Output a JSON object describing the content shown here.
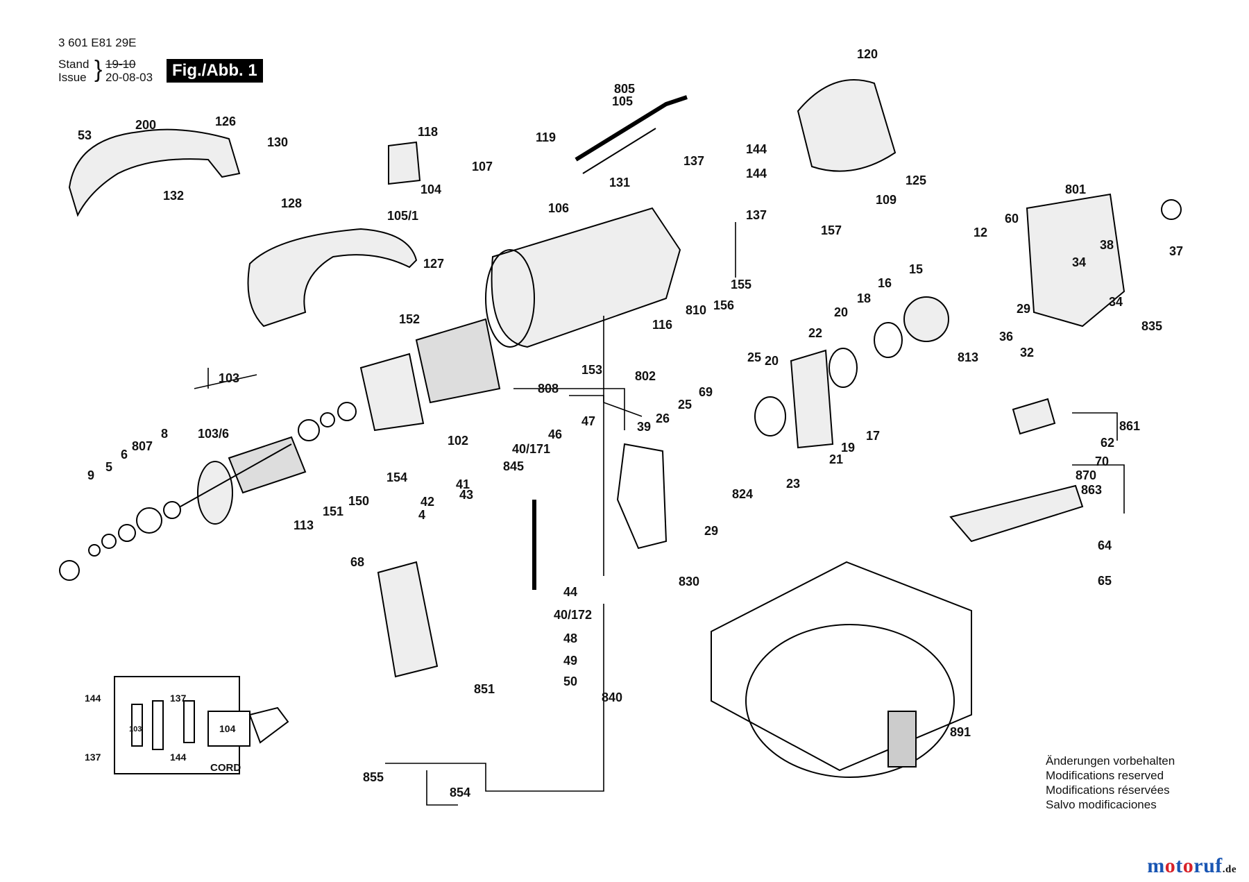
{
  "header": {
    "doc_number": "3 601 E81 29E",
    "stand_label": "Stand",
    "issue_label": "Issue",
    "stand_value": "19-10",
    "issue_value": "20-08-03",
    "figure_label": "Fig./Abb. 1"
  },
  "part_labels": [
    "53",
    "200",
    "126",
    "130",
    "132",
    "128",
    "127",
    "118",
    "119",
    "107",
    "104",
    "105/1",
    "106",
    "805",
    "105",
    "131",
    "137",
    "144",
    "144",
    "137",
    "120",
    "125",
    "109",
    "157",
    "801",
    "60",
    "12",
    "38",
    "34",
    "37",
    "15",
    "16",
    "18",
    "20",
    "22",
    "34",
    "36",
    "32",
    "835",
    "29",
    "813",
    "152",
    "102",
    "808",
    "153",
    "802",
    "810",
    "156",
    "155",
    "116",
    "103",
    "103/6",
    "807",
    "8",
    "6",
    "5",
    "9",
    "113",
    "151",
    "150",
    "154",
    "47",
    "46",
    "40/171",
    "845",
    "41",
    "43",
    "42",
    "4",
    "39",
    "26",
    "25",
    "69",
    "25",
    "20",
    "21",
    "19",
    "17",
    "23",
    "824",
    "29",
    "830",
    "68",
    "44",
    "40/172",
    "48",
    "49",
    "50",
    "851",
    "840",
    "855",
    "854",
    "861",
    "62",
    "70",
    "870",
    "863",
    "64",
    "65",
    "891"
  ],
  "wiring_labels": {
    "left_top": "144",
    "left_bottom": "137",
    "right_top": "137",
    "right_bottom": "144",
    "motor": "103",
    "switch": "104",
    "cord": "CORD"
  },
  "notes": [
    "Änderungen vorbehalten",
    "Modifications reserved",
    "Modifications réservées",
    "Salvo modificaciones"
  ],
  "watermark": {
    "name": "motoruf",
    "suffix": ".de",
    "colors": [
      "#1a56b3",
      "#d8232a"
    ]
  }
}
